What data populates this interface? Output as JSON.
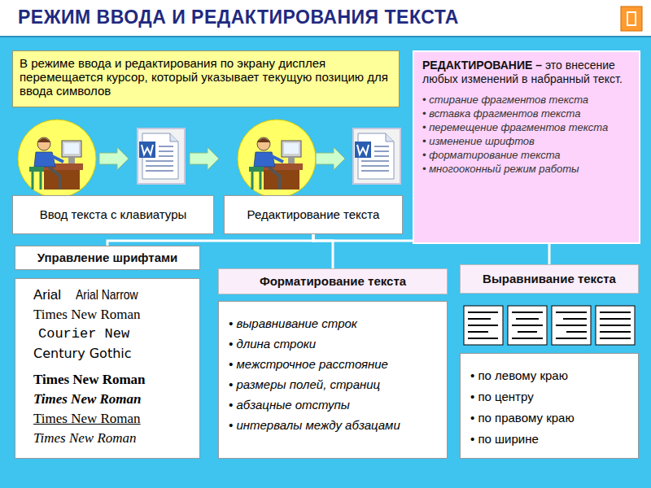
{
  "diagram": {
    "title": "РЕЖИМ ВВОДА И РЕДАКТИРОВАНИЯ ТЕКСТА",
    "nodes": [
      {
        "text": [
          "В режиме ввода и редактирования по экрану дисплея перемещается курсор, который указывает текущую позицию для ввода символов"
        ]
      },
      {
        "text": [
          "РЕДАКТИРОВАНИЕ –",
          "это внесение любых изменений в набранный текст.",
          "• стирание фрагментов текста",
          "• вставка фрагментов текста",
          "• перемещение фрагментов текста",
          "• изменение шрифтов",
          "• форматирование текста",
          "• многооконный режим работы"
        ]
      },
      {
        "text": [
          "Ввод текста с клавиатуры"
        ]
      },
      {
        "text": [
          "Редактирование текста"
        ]
      },
      {
        "text": [
          "Управление шрифтами"
        ]
      },
      {
        "text": [
          "Arial",
          "Arial Narrow",
          "Times New Roman",
          "Courier New",
          "Century Gothic",
          "Times New Roman",
          "Times New Roman",
          "Times New Roman",
          "Times New Roman"
        ]
      },
      {
        "text": [
          "Форматирование текста"
        ]
      },
      {
        "text": [
          "• выравнивание строк",
          "• длина строки",
          "• межстрочное расстояние",
          "• размеры полей, страниц",
          "• абзацные отступы",
          "• интервалы между абзацами"
        ]
      },
      {
        "text": [
          "Выравнивание текста"
        ]
      },
      {
        "text": [
          "• по левому краю",
          "• по центру",
          "• по правому краю",
          "• по ширине"
        ]
      }
    ],
    "edges": [
      {
        "from": 3,
        "to": 4,
        "arrow": "none"
      },
      {
        "from": 3,
        "to": 6,
        "arrow": "none"
      },
      {
        "from": 3,
        "to": 8,
        "arrow": "none"
      }
    ]
  }
}
